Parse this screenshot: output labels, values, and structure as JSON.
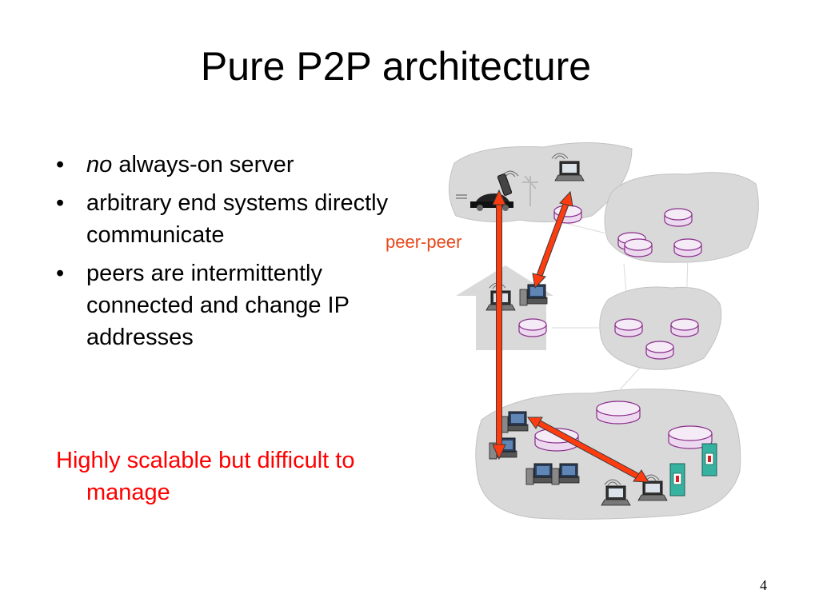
{
  "slide": {
    "title": "Pure P2P architecture",
    "bullets": [
      {
        "emph": "no",
        "text": " always-on server"
      },
      {
        "emph": "",
        "text": "arbitrary end systems directly communicate"
      },
      {
        "emph": "",
        "text": "peers are intermittently connected and change IP addresses"
      }
    ],
    "note": "Highly scalable but difficult to manage",
    "page_number": "4"
  },
  "diagram": {
    "label": "peer-peer",
    "colors": {
      "arrow": "#ff3b10",
      "arrow_outline": "#3b3b3b",
      "cloud": "#d9d9d9",
      "cloud_edge": "#c2c2c2",
      "router": "#ecd9f0",
      "router_edge": "#8a2d8a",
      "label": "#e8491d",
      "note": "#ff0000"
    },
    "icons": [
      "cellphone-icon",
      "car-icon",
      "laptop-icon",
      "desktop-computer-icon",
      "router-icon",
      "server-rack-icon",
      "house-icon",
      "wireless-signal-icon"
    ]
  }
}
